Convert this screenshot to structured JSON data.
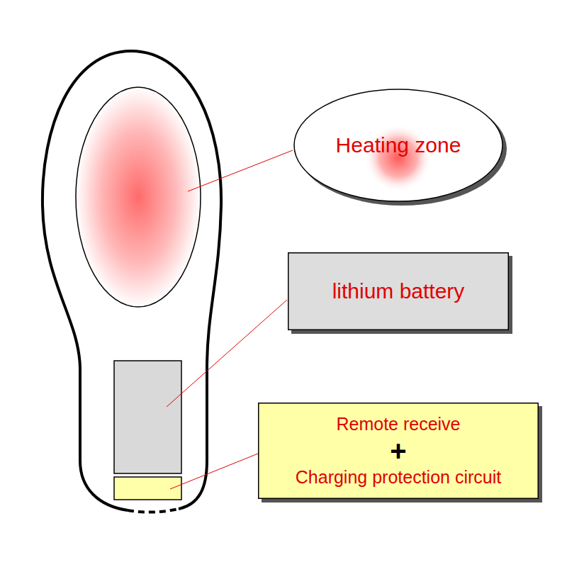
{
  "diagram": {
    "nodes": [
      {
        "text": [
          "Heating zone"
        ]
      },
      {
        "text": [
          "lithium battery"
        ]
      },
      {
        "text": [
          "Remote receive",
          "+",
          "Charging protection circuit"
        ]
      }
    ]
  }
}
